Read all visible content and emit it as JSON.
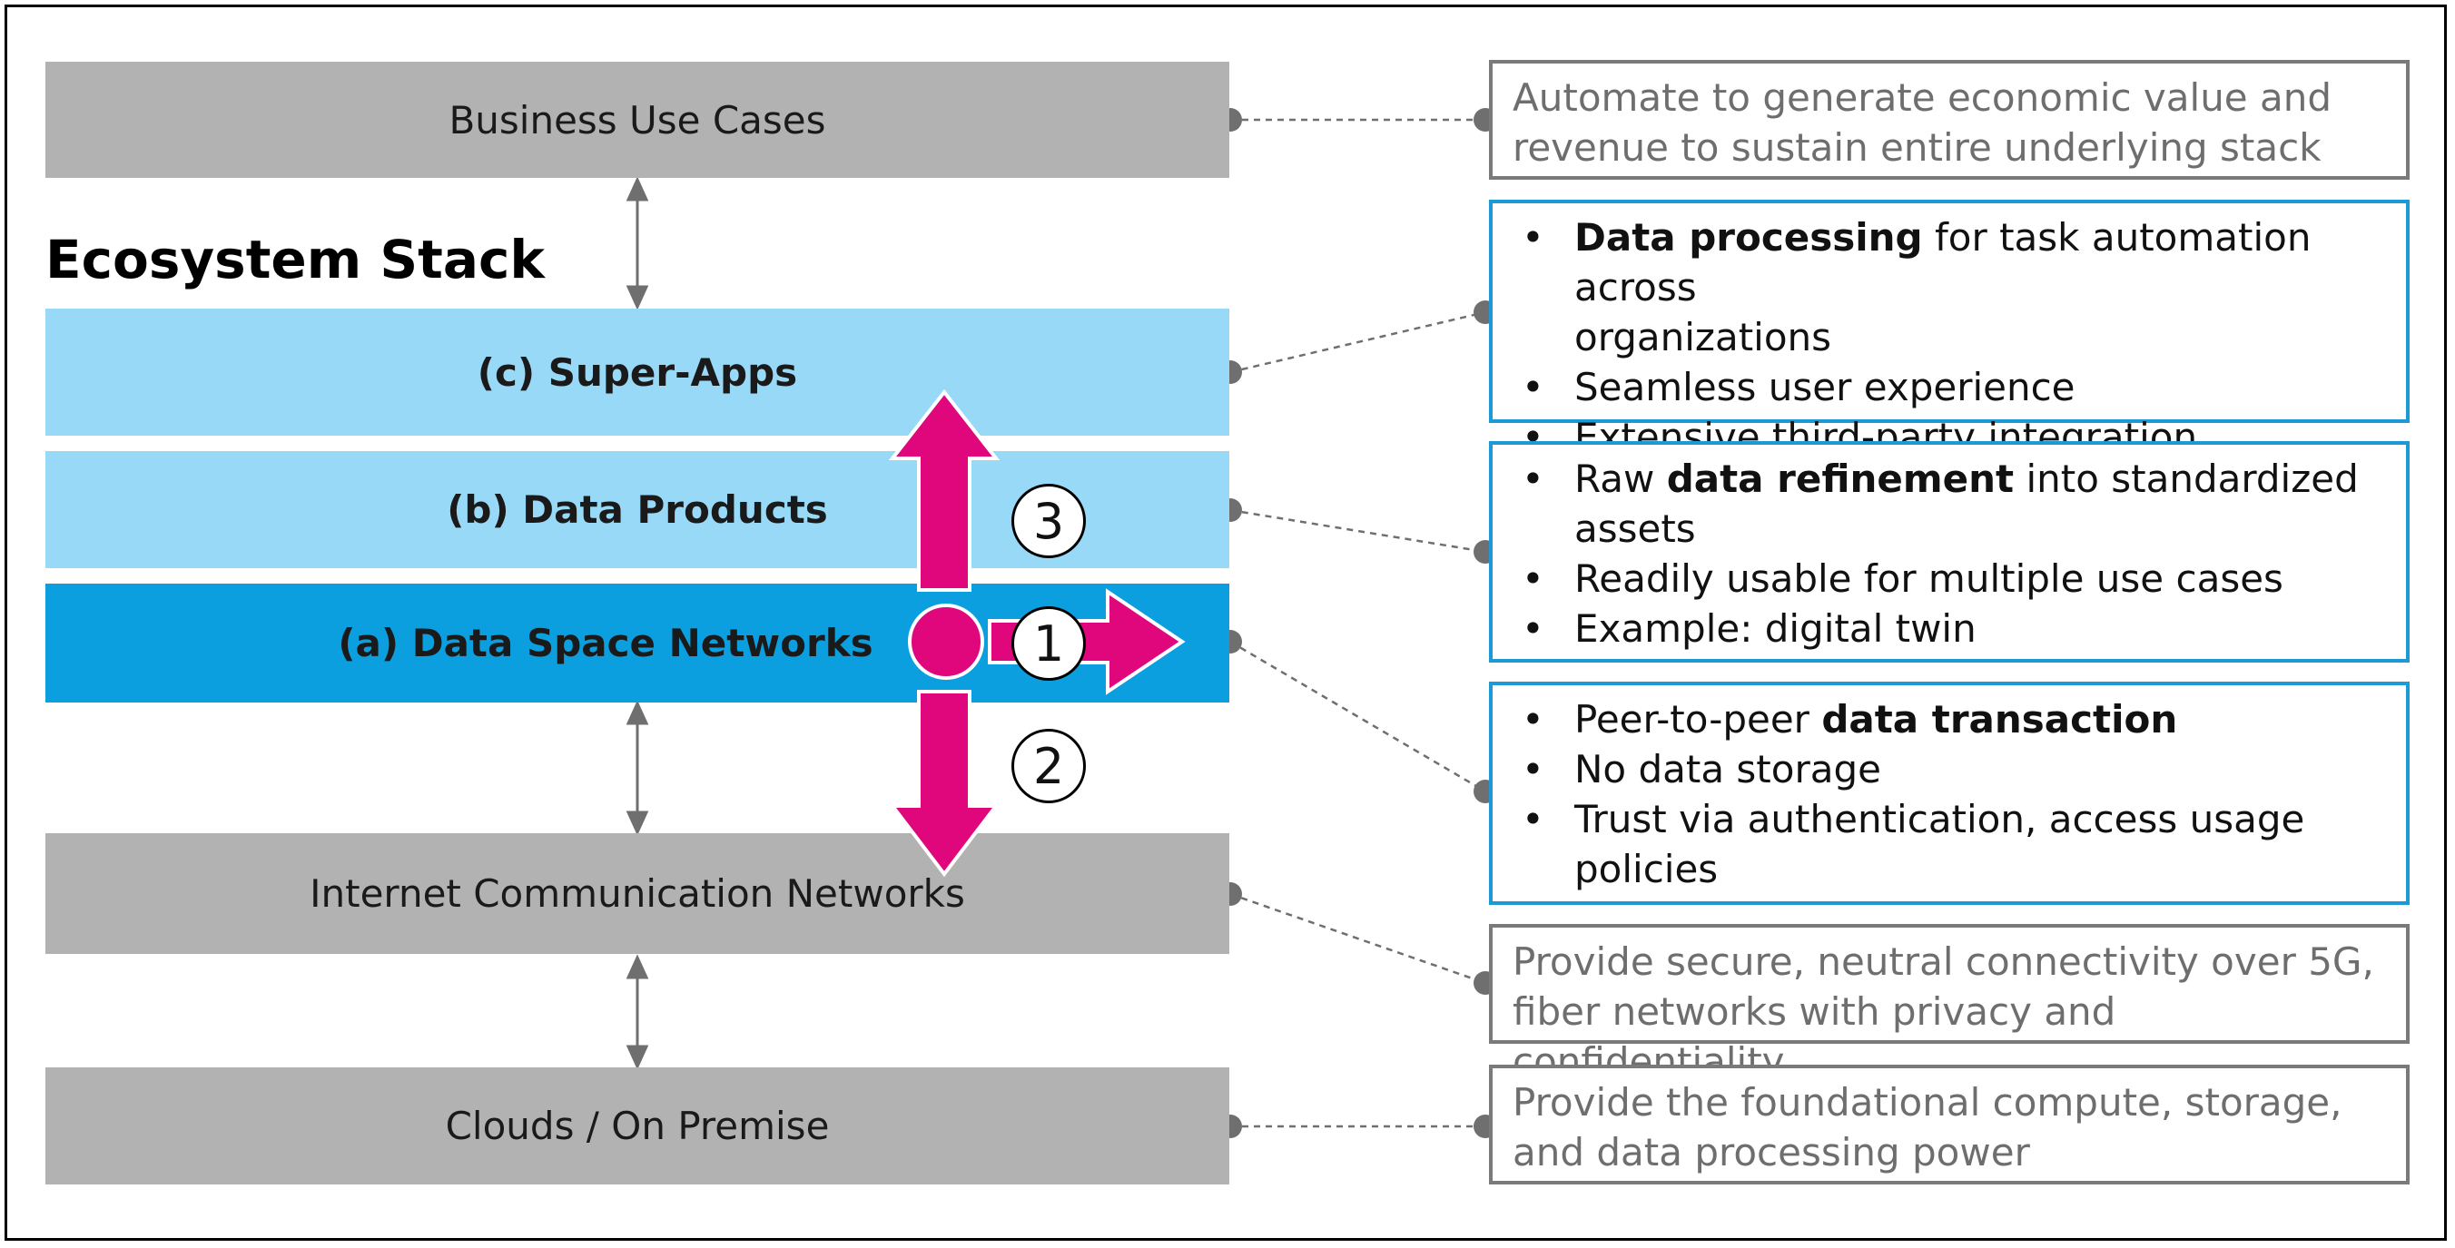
{
  "title": "Ecosystem Stack",
  "layers": {
    "business": "Business Use Cases",
    "superapps": "(c) Super-Apps",
    "dataproducts": "(b) Data Products",
    "dataspace": "(a) Data Space Networks",
    "internet": "Internet Communication Networks",
    "clouds": "Clouds / On Premise"
  },
  "descriptions": {
    "business": {
      "lines": [
        "Automate to generate economic value and",
        "revenue to sustain entire underlying stack"
      ]
    },
    "superapps": {
      "items": [
        {
          "bold": "Data processing",
          "after": " for task automation across",
          "cont": "organizations"
        },
        {
          "text": "Seamless user experience"
        },
        {
          "text": "Extensive third-party integration"
        }
      ]
    },
    "dataproducts": {
      "items": [
        {
          "before": "Raw ",
          "bold": "data refinement",
          "after": " into standardized",
          "cont": "assets"
        },
        {
          "text": "Readily usable for multiple use cases"
        },
        {
          "text": "Example: digital twin"
        }
      ]
    },
    "dataspace": {
      "items": [
        {
          "before": "Peer-to-peer ",
          "bold": "data transaction"
        },
        {
          "text": "No data storage"
        },
        {
          "text": "Trust via authentication, access usage",
          "cont": "policies"
        }
      ]
    },
    "internet": {
      "lines": [
        "Provide secure, neutral connectivity over 5G,",
        "fiber networks with privacy and confidentiality"
      ]
    },
    "clouds": {
      "lines": [
        "Provide the foundational compute, storage,",
        "and data processing power"
      ]
    }
  },
  "steps": {
    "one": "1",
    "two": "2",
    "three": "3"
  },
  "colors": {
    "gray_layer": "#b2b2b2",
    "light_blue_layer": "#98d9f7",
    "dark_blue_layer": "#0b9fe0",
    "accent_magenta": "#e0067b",
    "box_border_blue": "#1c9ad6",
    "box_border_gray": "#7a7a7a",
    "connector_gray": "#6f6f6f"
  }
}
